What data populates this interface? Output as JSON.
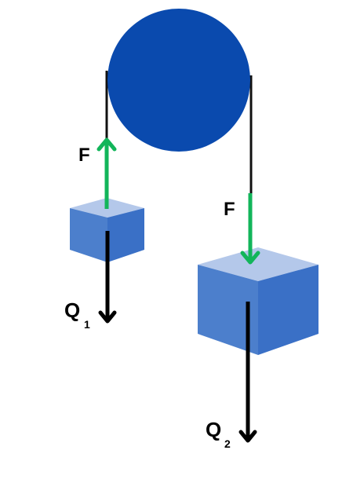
{
  "labels": {
    "force_left": "F",
    "force_right": "F",
    "weight_left_main": "Q",
    "weight_left_sub": "1",
    "weight_right_main": "Q",
    "weight_right_sub": "2"
  },
  "colors": {
    "pulley": "#0A4AAE",
    "rope": "#111111",
    "force_arrow": "#12B55A",
    "weight_arrow": "#000000",
    "box_top": "#B4C8EA",
    "box_left": "#4C7FCC",
    "box_right": "#3A70C6"
  }
}
